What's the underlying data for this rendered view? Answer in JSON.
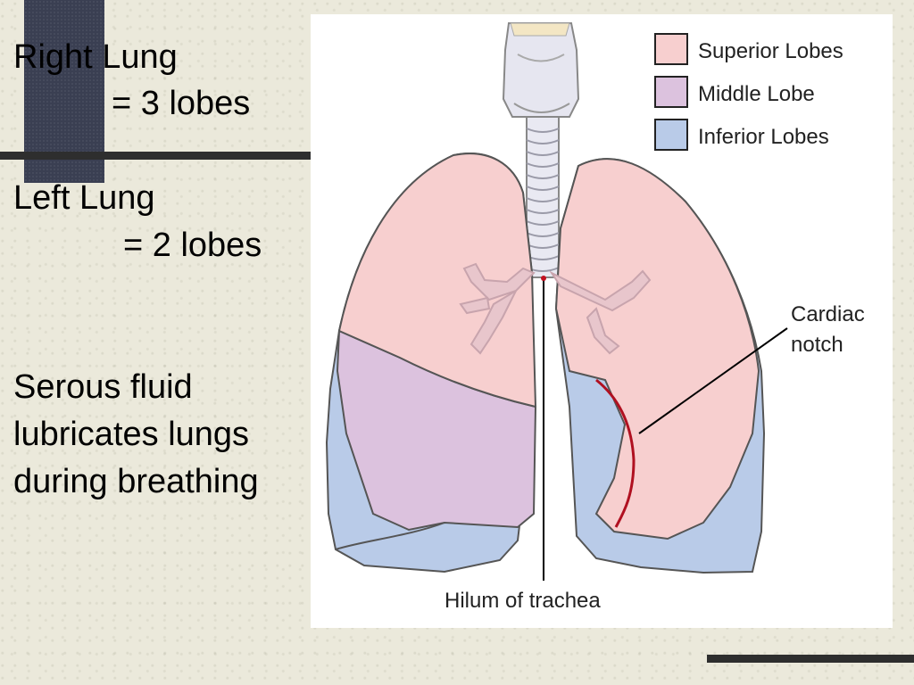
{
  "slide_text": {
    "right_lung": "Right Lung",
    "right_lobes": "= 3 lobes",
    "left_lung": "Left Lung",
    "left_lobes": "= 2 lobes",
    "serous_line1": "Serous fluid",
    "serous_line2": "lubricates lungs",
    "serous_line3": "during breathing"
  },
  "figure": {
    "legend": [
      {
        "label": "Superior Lobes",
        "color": "#f7cfcf"
      },
      {
        "label": "Middle Lobe",
        "color": "#dcc2de"
      },
      {
        "label": "Inferior Lobes",
        "color": "#b9cbe8"
      }
    ],
    "cardiac_line1": "Cardiac",
    "cardiac_line2": "notch",
    "hilum_label": "Hilum of trachea"
  }
}
